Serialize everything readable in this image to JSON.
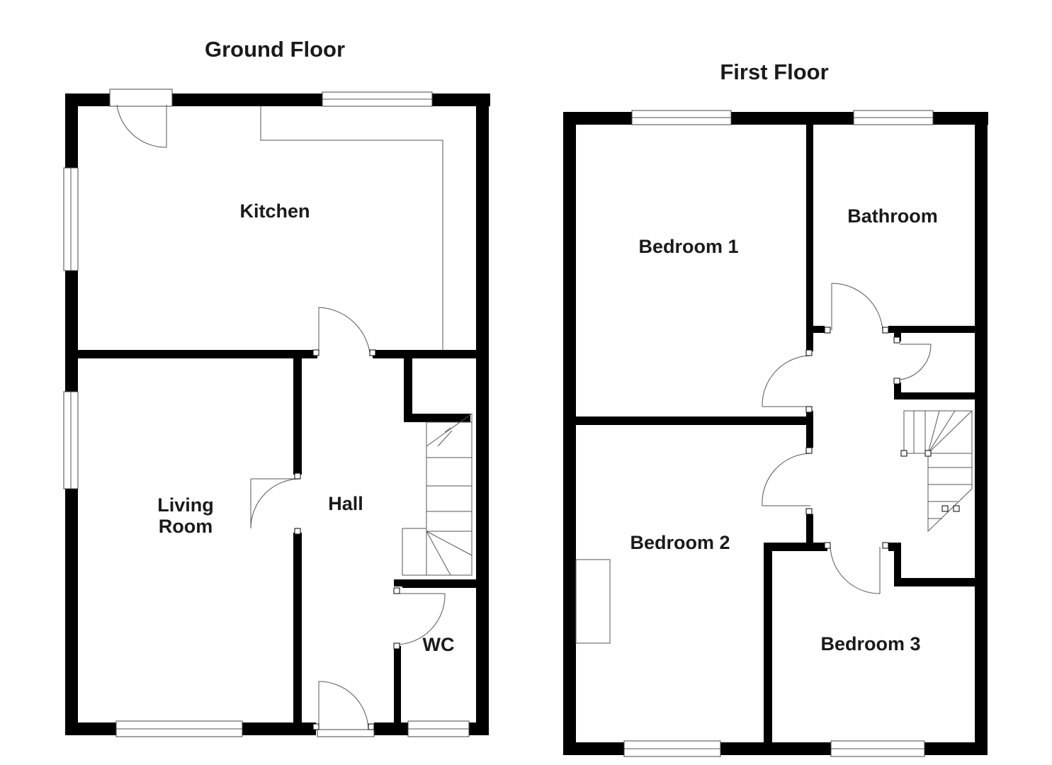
{
  "floors": [
    {
      "title": "Ground Floor",
      "rooms": [
        {
          "label": "Kitchen"
        },
        {
          "label": "Living",
          "label2": "Room"
        },
        {
          "label": "Hall"
        },
        {
          "label": "WC"
        }
      ]
    },
    {
      "title": "First Floor",
      "rooms": [
        {
          "label": "Bedroom 1"
        },
        {
          "label": "Bathroom"
        },
        {
          "label": "Bedroom 2"
        },
        {
          "label": "Bedroom 3"
        }
      ]
    }
  ],
  "colors": {
    "wall": "#000000",
    "background": "#ffffff",
    "fixture_line": "#555555"
  }
}
